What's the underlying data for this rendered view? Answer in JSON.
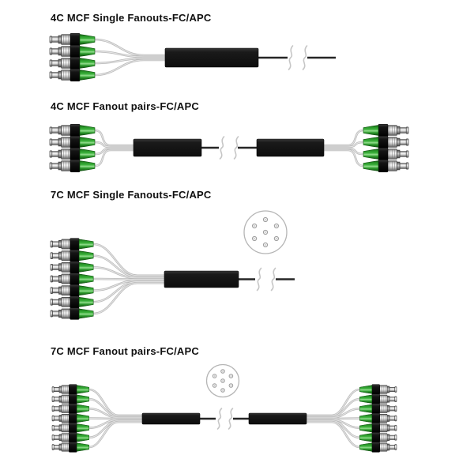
{
  "page": {
    "background": "#ffffff",
    "kind": "fiber-cable-assembly-diagram"
  },
  "diagram": {
    "connector_type": "FC/APC",
    "colors": {
      "title": "#111111",
      "boot_green": "#3db23d",
      "boot_green_dark": "#0c4f0c",
      "block": "#1a1a1a",
      "fiber": "#b9b9b9",
      "fiber_light": "#e4e4e4",
      "cable": "#262626",
      "break_mark": "#c6c6c6",
      "cross_outline": "#b5b5b5",
      "core_dot": "#9c9c9c"
    }
  },
  "sections": [
    {
      "id": "4c-single",
      "title": "4C MCF Single Fanouts-FC/APC",
      "core_count": 4,
      "layout_type": "single",
      "connector": "FC/APC",
      "has_cross_section": false
    },
    {
      "id": "4c-pairs",
      "title": "4C MCF Fanout pairs-FC/APC",
      "core_count": 4,
      "layout_type": "pairs",
      "connector": "FC/APC",
      "has_cross_section": false
    },
    {
      "id": "7c-single",
      "title": "7C MCF Single Fanouts-FC/APC",
      "core_count": 7,
      "layout_type": "single",
      "connector": "FC/APC",
      "has_cross_section": true,
      "cross_section": {
        "cores": 7,
        "pattern": "1 center + 6 hex ring"
      }
    },
    {
      "id": "7c-pairs",
      "title": "7C MCF Fanout pairs-FC/APC",
      "core_count": 7,
      "layout_type": "pairs",
      "connector": "FC/APC",
      "has_cross_section": true,
      "cross_section": {
        "cores": 7,
        "pattern": "1 center + 6 hex ring"
      }
    }
  ]
}
